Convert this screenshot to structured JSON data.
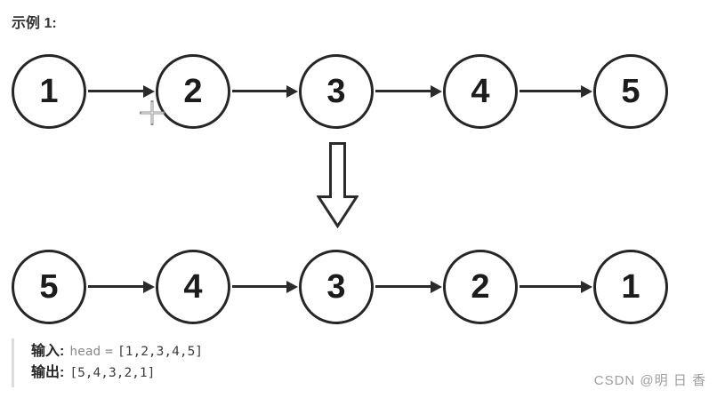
{
  "example_label": "示例 1:",
  "diagram": {
    "top_row": {
      "nodes": [
        "1",
        "2",
        "3",
        "4",
        "5"
      ]
    },
    "bottom_row": {
      "nodes": [
        "5",
        "4",
        "3",
        "2",
        "1"
      ]
    },
    "transform_icon": "down-arrow-icon",
    "cursor_icon": "crosshair-cursor-icon"
  },
  "io_block": {
    "input_label": "输入:",
    "input_var": "head",
    "input_eq": "=",
    "input_list": "[1,2,3,4,5]",
    "output_label": "输出:",
    "output_list": "[5,4,3,2,1]"
  },
  "watermark": "CSDN @明 日 香",
  "colors": {
    "node_stroke": "#262626",
    "arrow": "#2b2b2b",
    "label_text": "#262626",
    "code_muted": "#8a8a8a",
    "code_dark": "#3c3c3c",
    "block_border": "#dcdcdc",
    "watermark": "#9e9e9e"
  }
}
